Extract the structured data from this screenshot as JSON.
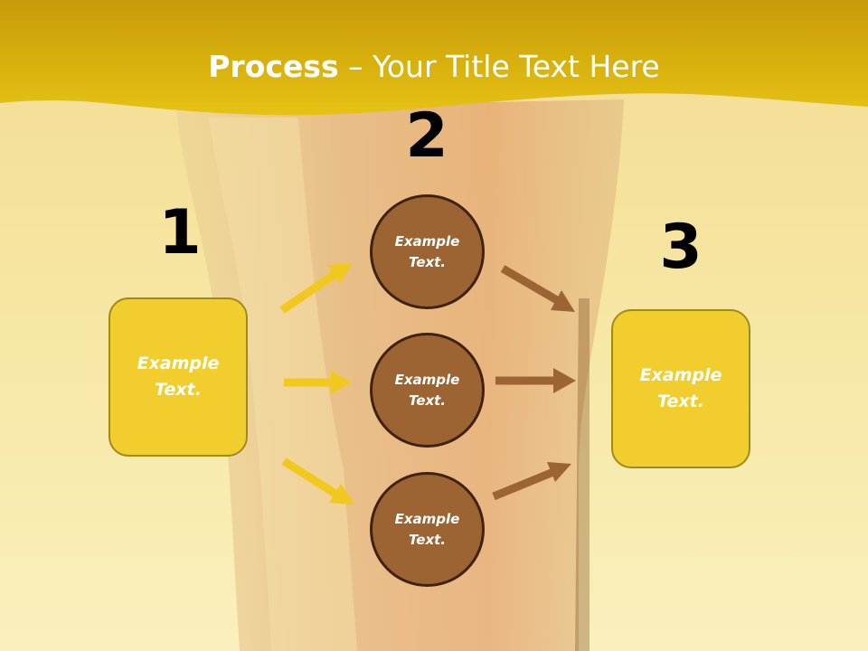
{
  "colors": {
    "header_band": "#e2bb10",
    "box_fill": "#f1cd2d",
    "circle_fill": "#9b6432",
    "yellow_arrow": "#f0c81e",
    "brown_arrow": "#9b6432"
  },
  "slide": {
    "title_bold": "Process",
    "title_rest": " – Your Title Text Here"
  },
  "steps": {
    "one": "1",
    "two": "2",
    "three": "3"
  },
  "left_box": {
    "text": "Example Text."
  },
  "circles": [
    {
      "text": "Example Text."
    },
    {
      "text": "Example Text."
    },
    {
      "text": "Example Text."
    }
  ],
  "right_box": {
    "text": "Example Text."
  }
}
